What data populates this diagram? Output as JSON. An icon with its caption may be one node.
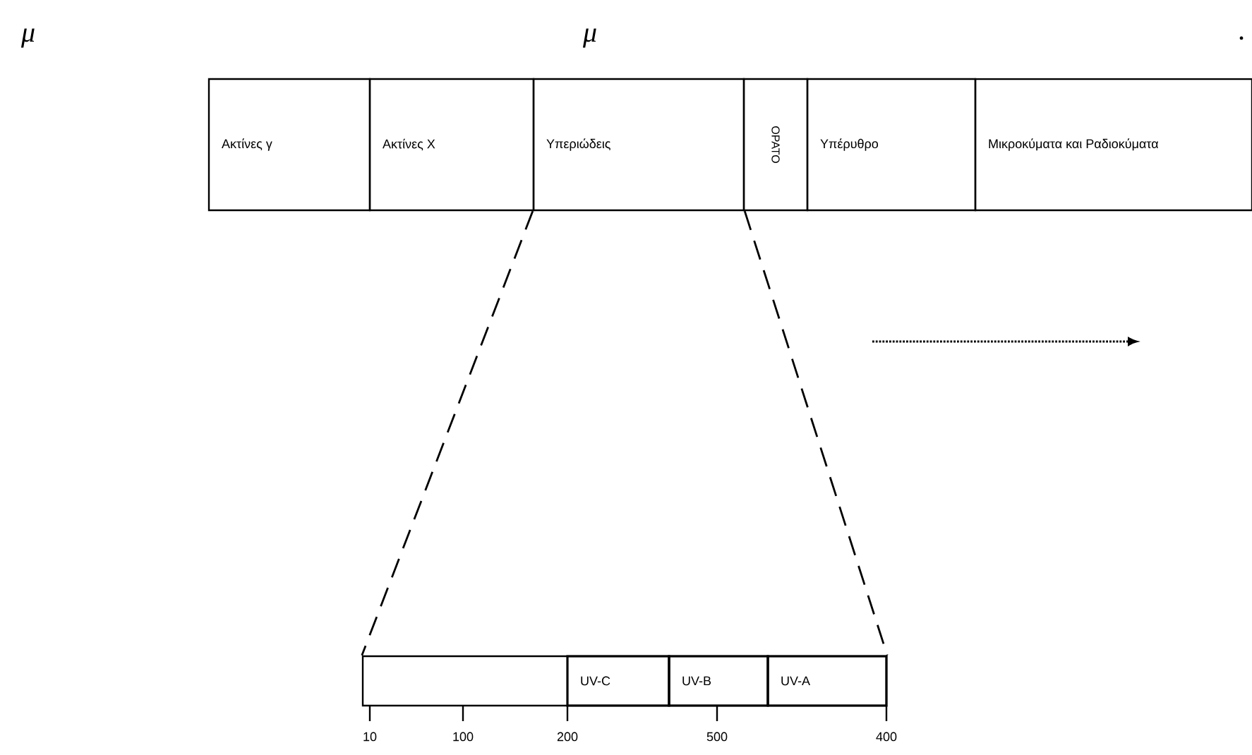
{
  "diagram": {
    "nodes": [
      {
        "text": [
          "Ακτίνες γ"
        ]
      },
      {
        "text": [
          "Ακτίνες Χ"
        ]
      },
      {
        "text": [
          "Υπεριώδεις"
        ]
      },
      {
        "text": [
          "ΟΡΑΤΟ"
        ]
      },
      {
        "text": [
          "Υπέρυθρο"
        ]
      },
      {
        "text": [
          "Μικροκύματα και Ραδιοκύματα"
        ]
      },
      {
        "text": [],
        "shape": "box"
      },
      {
        "text": [
          "UV-C"
        ],
        "in": 6
      },
      {
        "text": [
          "UV-B"
        ],
        "in": 6
      },
      {
        "text": [
          "UV-A"
        ],
        "in": 6
      }
    ],
    "edges": [
      {
        "from": 2,
        "to": 6,
        "arrow": "none",
        "style": "dashed"
      },
      {
        "from": 2,
        "to": 6,
        "arrow": "none",
        "style": "dashed"
      }
    ],
    "labels": [
      "μ",
      "μ",
      ".",
      "10",
      "100",
      "200",
      "500",
      "400"
    ]
  }
}
